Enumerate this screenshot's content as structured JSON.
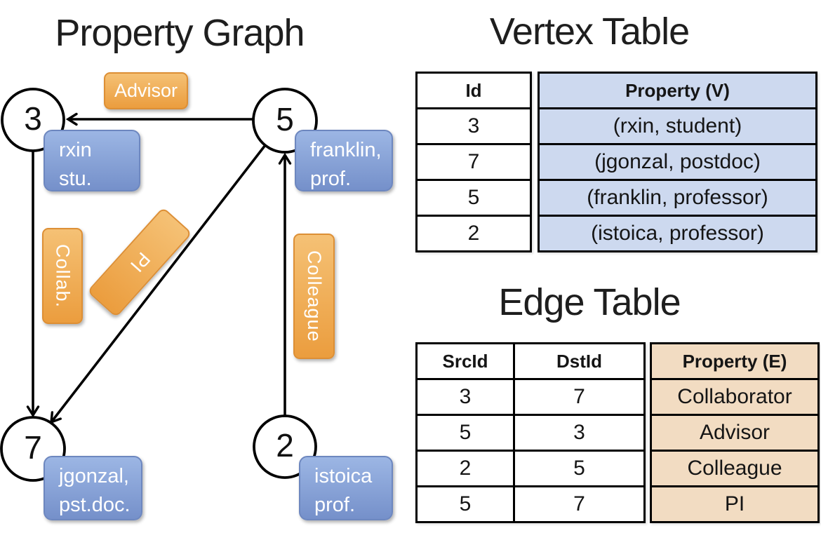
{
  "graph": {
    "title": "Property Graph",
    "nodes": [
      {
        "id": "3",
        "line1": "rxin",
        "line2": "stu."
      },
      {
        "id": "5",
        "line1": "franklin,",
        "line2": "prof."
      },
      {
        "id": "7",
        "line1": "jgonzal,",
        "line2": "pst.doc."
      },
      {
        "id": "2",
        "line1": "istoica",
        "line2": "prof."
      }
    ],
    "edge_labels": {
      "advisor": "Advisor",
      "collab": "Collab.",
      "pi": "PI",
      "colleague": "Colleague"
    }
  },
  "vertex_table": {
    "title": "Vertex Table",
    "col_id": "Id",
    "col_property": "Property (V)",
    "rows": [
      {
        "id": "3",
        "property": "(rxin, student)"
      },
      {
        "id": "7",
        "property": "(jgonzal, postdoc)"
      },
      {
        "id": "5",
        "property": "(franklin, professor)"
      },
      {
        "id": "2",
        "property": "(istoica, professor)"
      }
    ]
  },
  "edge_table": {
    "title": "Edge Table",
    "col_src": "SrcId",
    "col_dst": "DstId",
    "col_property": "Property (E)",
    "rows": [
      {
        "src": "3",
        "dst": "7",
        "property": "Collaborator"
      },
      {
        "src": "5",
        "dst": "3",
        "property": "Advisor"
      },
      {
        "src": "2",
        "dst": "5",
        "property": "Colleague"
      },
      {
        "src": "5",
        "dst": "7",
        "property": "PI"
      }
    ]
  },
  "colors": {
    "edge_pill_orange": "#eb9d3e",
    "vertex_pill_blue": "#7590ca",
    "vertex_cell_blue": "#cdd9ef",
    "edge_cell_tan": "#f2dcc2",
    "line_black": "#000000"
  }
}
